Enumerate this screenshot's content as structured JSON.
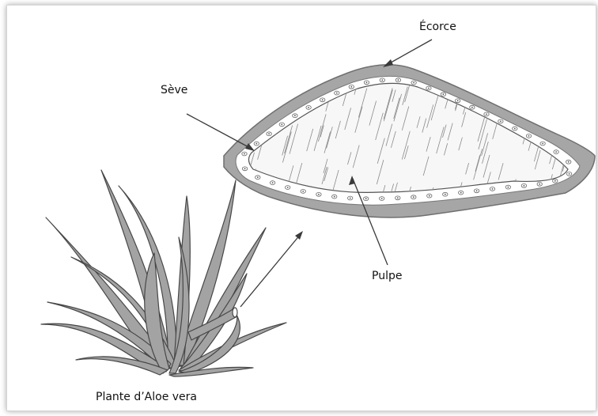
{
  "labels": {
    "bark": "Écorce",
    "sap": "Sève",
    "pulp": "Pulpe",
    "plant": "Plante d’Aloe vera"
  },
  "colors": {
    "bark_fill": "#a6a6a6",
    "bark_stroke": "#6f6f6f",
    "leaf_fill": "#a3a3a3",
    "leaf_stroke": "#474747",
    "line": "#3a3a3a"
  },
  "icons": {
    "plant": "aloe-vera-plant-drawing",
    "leaf_section": "leaf-cross-section-drawing"
  }
}
